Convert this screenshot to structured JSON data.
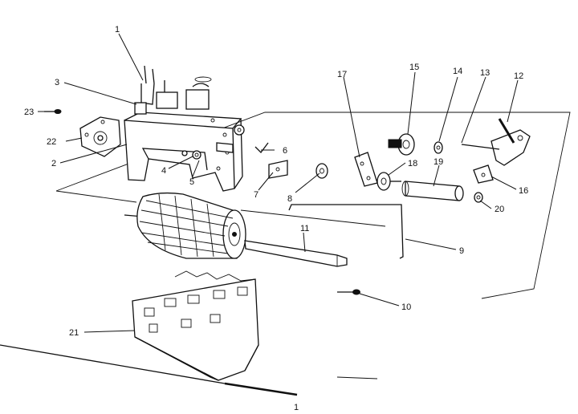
{
  "diagram": {
    "callouts": [
      {
        "id": "c1",
        "text": "1"
      },
      {
        "id": "c2",
        "text": "2"
      },
      {
        "id": "c3",
        "text": "3"
      },
      {
        "id": "c4",
        "text": "4"
      },
      {
        "id": "c5",
        "text": "5"
      },
      {
        "id": "c6",
        "text": "6"
      },
      {
        "id": "c7",
        "text": "7"
      },
      {
        "id": "c8",
        "text": "8"
      },
      {
        "id": "c9",
        "text": "9"
      },
      {
        "id": "c10",
        "text": "10"
      },
      {
        "id": "c11",
        "text": "11"
      },
      {
        "id": "c12",
        "text": "12"
      },
      {
        "id": "c13",
        "text": "13"
      },
      {
        "id": "c14",
        "text": "14"
      },
      {
        "id": "c15",
        "text": "15"
      },
      {
        "id": "c16",
        "text": "16"
      },
      {
        "id": "c17",
        "text": "17"
      },
      {
        "id": "c18",
        "text": "18"
      },
      {
        "id": "c19",
        "text": "19"
      },
      {
        "id": "c20",
        "text": "20"
      },
      {
        "id": "c21",
        "text": "21"
      },
      {
        "id": "c22",
        "text": "22"
      },
      {
        "id": "c23",
        "text": "23"
      },
      {
        "id": "c1b",
        "text": "1"
      }
    ]
  }
}
